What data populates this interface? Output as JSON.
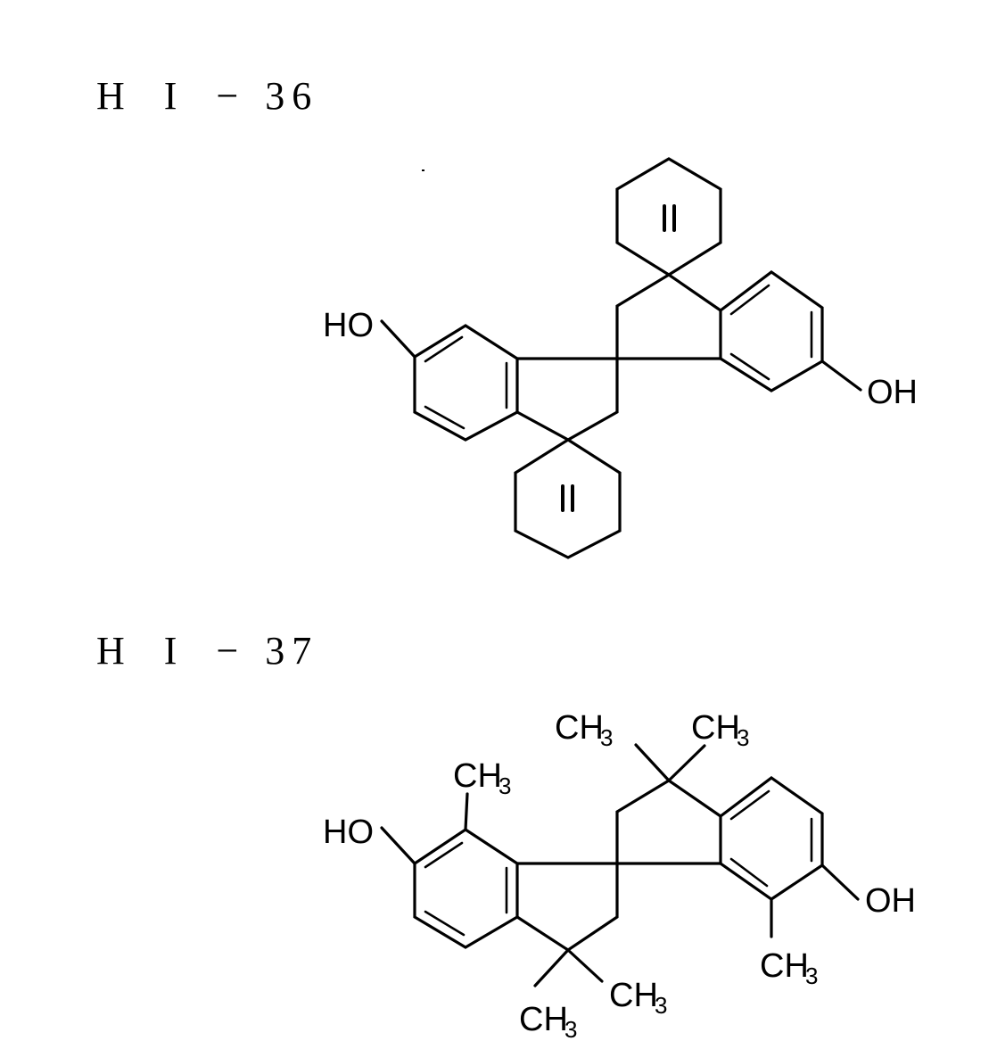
{
  "compounds": [
    {
      "id": "HI-36",
      "label_parts": [
        "H",
        "I",
        "−",
        "3",
        "6"
      ],
      "substituents": {
        "left_hydroxyl": "HO",
        "right_hydroxyl": "OH",
        "spiro_ring_top_label": "H",
        "spiro_ring_bottom_label": "H"
      },
      "description": "Spirobiindane diol with two spiro-fused cyclohexane (H) rings"
    },
    {
      "id": "HI-37",
      "label_parts": [
        "H",
        "I",
        "−",
        "3",
        "7"
      ],
      "substituents": {
        "left_hydroxyl": "HO",
        "right_hydroxyl": "OH",
        "methyl_left_ring": "CH",
        "methyl_right_ring": "CH",
        "methyl_top_a": "CH",
        "methyl_top_b": "CH",
        "methyl_bottom_a": "CH",
        "methyl_bottom_b": "CH",
        "methyl_subscript": "3"
      },
      "description": "Tetramethyl spirobiindane diol with additional ring methyl groups"
    }
  ]
}
